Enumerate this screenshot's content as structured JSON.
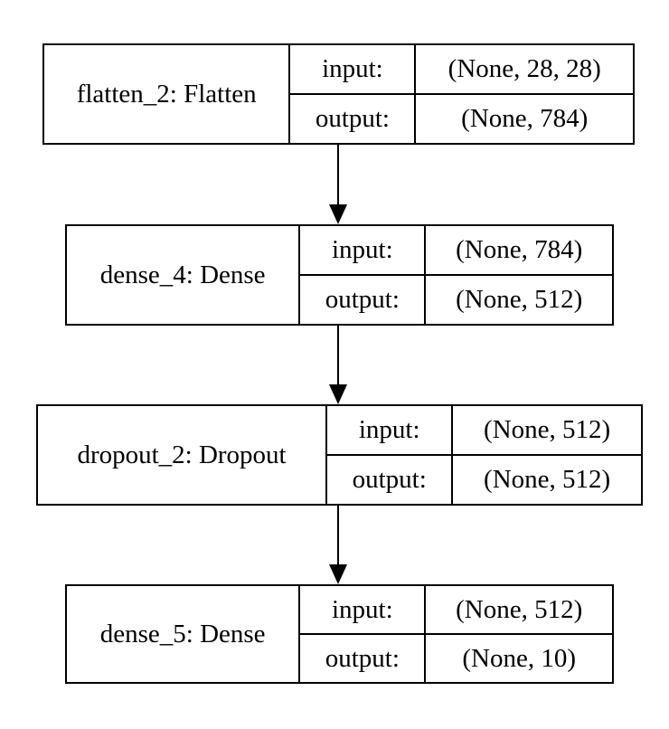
{
  "nodes": [
    {
      "name": "flatten_2: Flatten",
      "input_label": "input:",
      "output_label": "output:",
      "input_shape": "(None, 28, 28)",
      "output_shape": "(None, 784)"
    },
    {
      "name": "dense_4: Dense",
      "input_label": "input:",
      "output_label": "output:",
      "input_shape": "(None, 784)",
      "output_shape": "(None, 512)"
    },
    {
      "name": "dropout_2: Dropout",
      "input_label": "input:",
      "output_label": "output:",
      "input_shape": "(None, 512)",
      "output_shape": "(None, 512)"
    },
    {
      "name": "dense_5: Dense",
      "input_label": "input:",
      "output_label": "output:",
      "input_shape": "(None, 512)",
      "output_shape": "(None, 10)"
    }
  ],
  "edge_color": "#000000"
}
